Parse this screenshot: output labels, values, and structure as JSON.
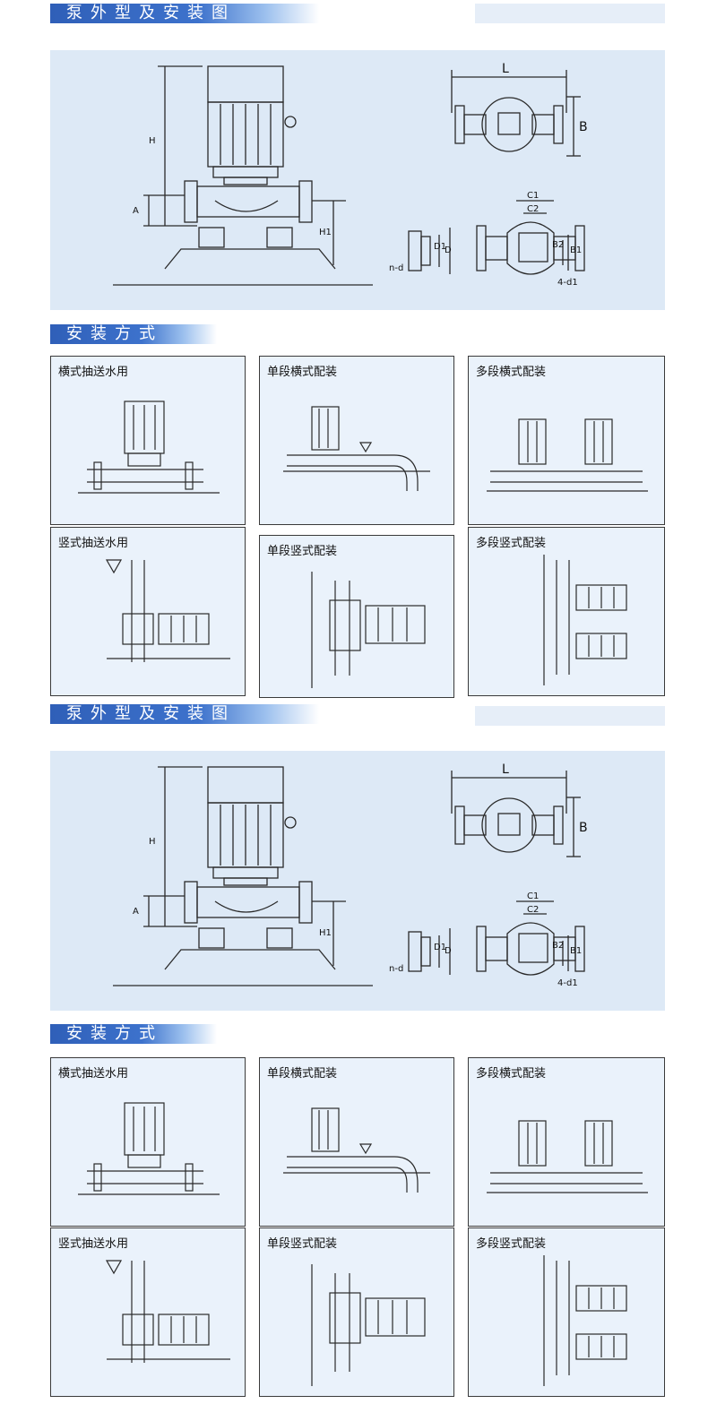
{
  "section1": {
    "heading": "泵外型及安装图",
    "dims_front": {
      "H": "H",
      "A": "A",
      "H1": "H1"
    },
    "dims_top": {
      "L": "L",
      "B": "B"
    },
    "dims_flange": {
      "D1": "D1",
      "D": "D",
      "nd": "n-d"
    },
    "dims_base": {
      "C1": "C1",
      "C2": "C2",
      "B2": "B2",
      "B1": "B1",
      "d1": "4-d1"
    }
  },
  "section2": {
    "heading": "安装方式",
    "methods": [
      "横式抽送水用",
      "单段横式配装",
      "多段横式配装",
      "竖式抽送水用",
      "单段竖式配装",
      "多段竖式配装"
    ]
  },
  "colors": {
    "header": "#2f5fb8",
    "panel": "#dde9f6",
    "line": "#2a2a2a"
  }
}
